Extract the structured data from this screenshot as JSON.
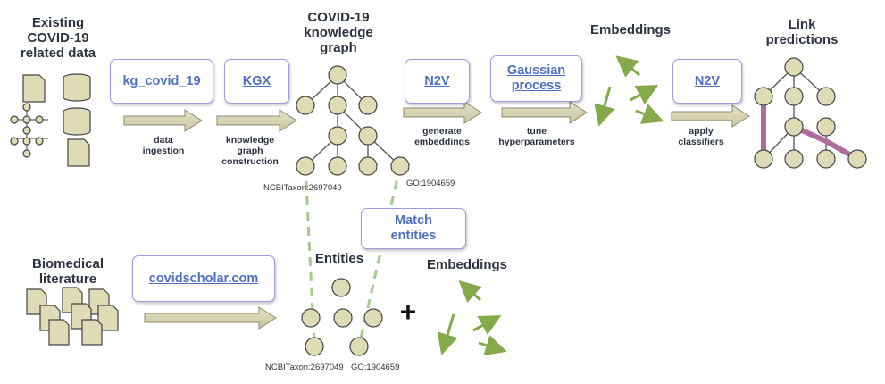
{
  "top": {
    "existing_data": "Existing\nCOVID-19\nrelated data",
    "kg_title": "COVID-19\nknowledge\ngraph",
    "embeddings": "Embeddings",
    "link_predictions": "Link\npredictions"
  },
  "boxes": {
    "kg_covid": "kg_covid_19",
    "kgx": "KGX",
    "n2v_1": "N2V",
    "gaussian": "Gaussian\nprocess",
    "n2v_2": "N2V",
    "match": "Match\nentities",
    "covidscholar": "covidscholar.com"
  },
  "steps": {
    "data_ingestion": "data\ningestion",
    "kg_construction": "knowledge\ngraph\nconstruction",
    "gen_embeddings": "generate\nembeddings",
    "tune_hyper": "tune\nhyperparameters",
    "apply_classifiers": "apply\nclassifiers"
  },
  "bottom": {
    "biomedical": "Biomedical\nliterature",
    "entities": "Entities",
    "embeddings": "Embeddings",
    "plus": "+"
  },
  "ids": {
    "ncbi_top": "NCBITaxon:2697049",
    "go_top": "GO:1904659",
    "ncbi_bottom": "NCBITaxon:2697049",
    "go_bottom": "GO:1904659"
  },
  "colors": {
    "link": "#4f6fc0",
    "node": "#dfdbb7",
    "arrow": "#84aa4c",
    "dashed": "#a6c98c",
    "prediction": "#b06c9a"
  }
}
